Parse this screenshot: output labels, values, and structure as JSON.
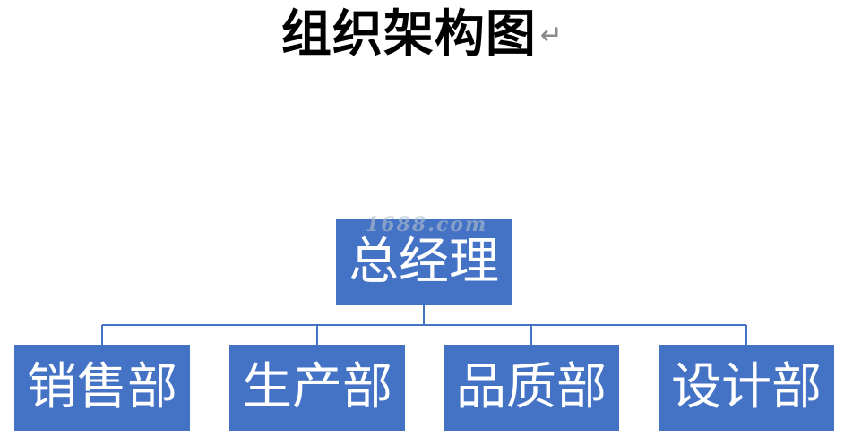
{
  "title": "组织架构图",
  "paragraph_mark": "↵",
  "org_chart": {
    "root": "总经理",
    "children": [
      "销售部",
      "生产部",
      "品质部",
      "设计部"
    ]
  },
  "watermark": "1688.com",
  "colors": {
    "box_fill": "#4472c4",
    "box_text": "#ffffff",
    "connector": "#4472c4",
    "title": "#000000"
  }
}
